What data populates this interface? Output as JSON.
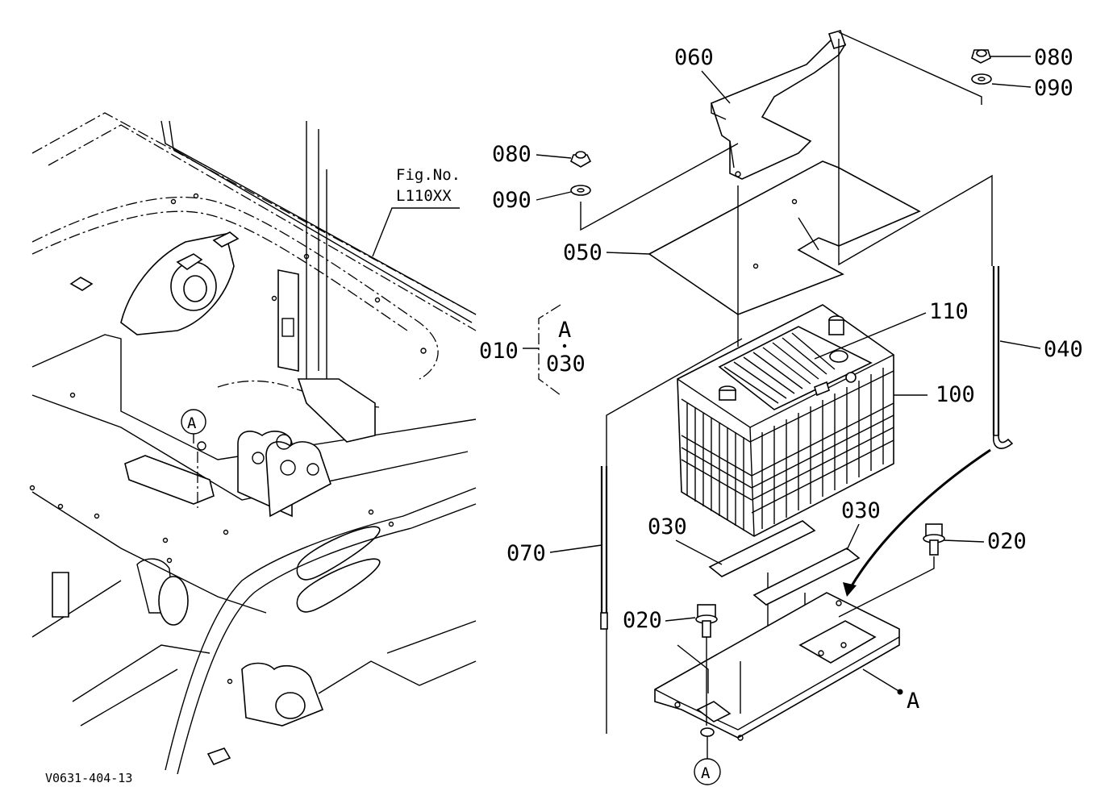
{
  "diagram": {
    "ref_code": "V0631-404-13",
    "figure_ref": {
      "line1": "Fig.No.",
      "line2": "L110XX"
    },
    "view_marker": "A",
    "group_label": {
      "part": "010",
      "view": "A",
      "sub": "030"
    },
    "callouts": {
      "p060": "060",
      "p080_top": "080",
      "p090_top": "090",
      "p080_left": "080",
      "p090_left": "090",
      "p050": "050",
      "p110": "110",
      "p040": "040",
      "p100": "100",
      "p070": "070",
      "p030_left": "030",
      "p030_right": "030",
      "p020_right": "020",
      "p020_left": "020",
      "a_point": "A",
      "a_circle": "A"
    }
  }
}
